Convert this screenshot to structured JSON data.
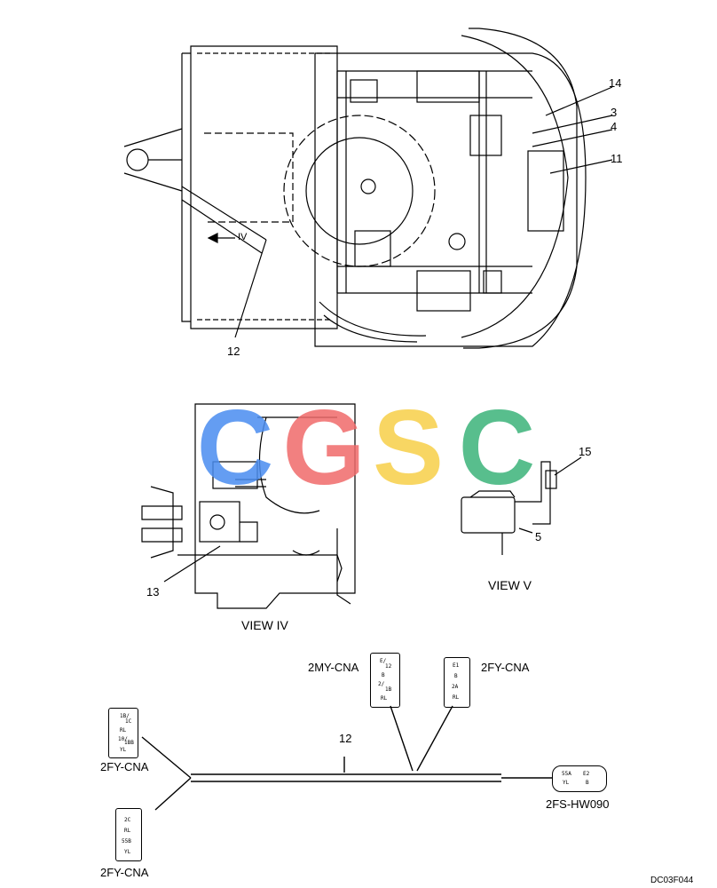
{
  "callouts": {
    "c14": "14",
    "c3": "3",
    "c4": "4",
    "c11": "11",
    "c12_top": "12",
    "c15": "15",
    "c5": "5",
    "c13": "13",
    "c12_harness": "12",
    "arrow_view": "IV"
  },
  "views": {
    "view_iv": "VIEW IV",
    "view_v": "VIEW V"
  },
  "connectors": {
    "mycna_top": {
      "name": "2MY-CNA",
      "pins": [
        "E/",
        "12",
        "B",
        "2/",
        "1B",
        "RL"
      ]
    },
    "fycna_top": {
      "name": "2FY-CNA",
      "pins": [
        "E1",
        "B",
        "2A",
        "RL"
      ]
    },
    "fycna_left": {
      "name": "2FY-CNA",
      "pins": [
        "1B/",
        "1C",
        "RL",
        "10/",
        "1BB",
        "YL"
      ]
    },
    "fycna_bottom": {
      "name": "2FY-CNA",
      "pins": [
        "2C",
        "RL",
        "55B",
        "YL"
      ]
    },
    "fshw090": {
      "name": "2FS-HW090",
      "pins": [
        "55A",
        "E2",
        "YL",
        "B"
      ]
    }
  },
  "watermark": {
    "letters": [
      "C",
      "G",
      "S",
      "C"
    ],
    "colors": [
      "#4a8df0",
      "#f06b6b",
      "#f7cf48",
      "#3bb37a"
    ]
  },
  "drawing_code": "DC03F044"
}
